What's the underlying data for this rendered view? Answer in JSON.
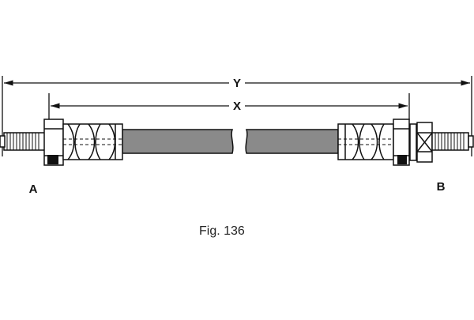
{
  "dimensions": {
    "overall": "Y",
    "inner": "X"
  },
  "ends": {
    "left": "A",
    "right": "B"
  },
  "caption": "Fig. 136",
  "colors": {
    "line": "#111111",
    "hose": "#8a8a8a",
    "background": "#ffffff"
  }
}
